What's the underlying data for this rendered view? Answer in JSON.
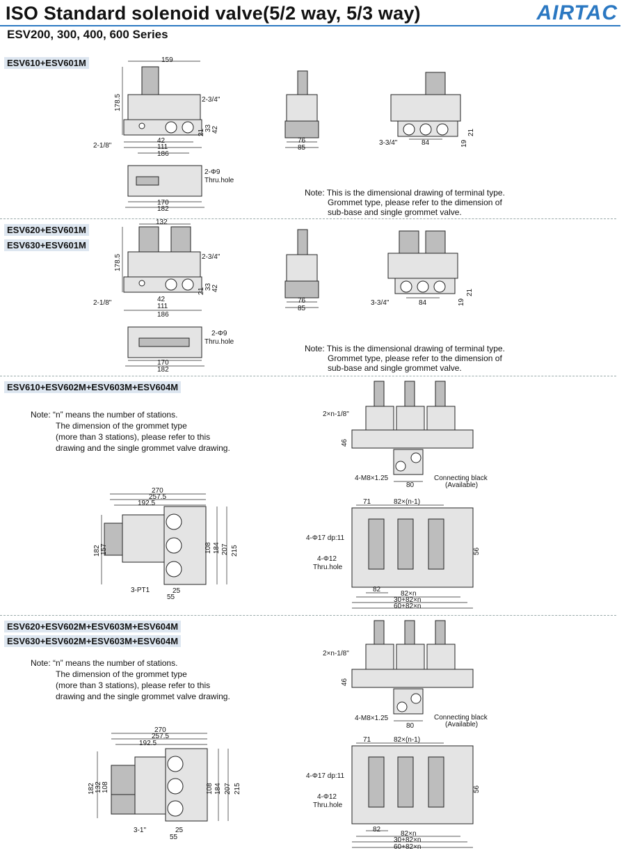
{
  "header": {
    "title": "ISO Standard solenoid valve(5/2 way, 5/3 way)",
    "subtitle": "ESV200, 300, 400, 600 Series",
    "logo": "AIRTAC"
  },
  "sections": [
    {
      "labels": [
        "ESV610+ESV601M"
      ],
      "note": {
        "line1": "Note: This is the dimensional drawing of terminal type.",
        "line2": "Grommet type, please refer to the dimension of",
        "line3": "sub-base and single grommet valve."
      },
      "dims": {
        "d159": "159",
        "d1785": "178.5",
        "d234": "2-3/4\"",
        "d218": "2-1/8\"",
        "d42": "42",
        "d111": "111",
        "d186": "186",
        "d21": "21",
        "d33": "33",
        "d42b": "42",
        "d76": "76",
        "d85": "85",
        "d334": "3-3/4\"",
        "d84": "84",
        "d19": "19",
        "d21b": "21",
        "d2phi9": "2-Φ9",
        "thru": "Thru.hole",
        "d170": "170",
        "d182": "182"
      }
    },
    {
      "labels": [
        "ESV620+ESV601M",
        "ESV630+ESV601M"
      ],
      "note": {
        "line1": "Note: This is the dimensional drawing of terminal type.",
        "line2": "Grommet type, please refer to the dimension of",
        "line3": "sub-base and single grommet valve."
      },
      "dims": {
        "d132": "132",
        "d1785": "178.5",
        "d234": "2-3/4\"",
        "d218": "2-1/8\"",
        "d42": "42",
        "d111": "111",
        "d186": "186",
        "d21": "21",
        "d33": "33",
        "d42b": "42",
        "d76": "76",
        "d85": "85",
        "d334": "3-3/4\"",
        "d84": "84",
        "d19": "19",
        "d21b": "21",
        "d2phi9": "2-Φ9",
        "thru": "Thru.hole",
        "d170": "170",
        "d182": "182"
      }
    },
    {
      "labels": [
        "ESV610+ESV602M+ESV603M+ESV604M"
      ],
      "note": {
        "line1": "Note: “n” means the number of stations.",
        "line2": "The dimension of the grommet type",
        "line3": "(more than 3 stations), please refer to this",
        "line4": "drawing and the single grommet valve drawing."
      },
      "dims": {
        "d270": "270",
        "d2575": "257.5",
        "d1925": "192.5",
        "d182": "182",
        "d157": "157",
        "d108": "108",
        "d184": "184",
        "d207": "207",
        "d215": "215",
        "d3pt": "3-PT1",
        "d25": "25",
        "d55": "55",
        "d2n18": "2×n-1/8\"",
        "d46": "46",
        "m8": "4-M8×1.25",
        "d80": "80",
        "conn": "Connecting black",
        "avail": "(Available)",
        "d71": "71",
        "d82n1": "82×(n-1)",
        "phi17": "4-Φ17 dp:11",
        "phi12": "4-Φ12",
        "thru": "Thru.hole",
        "d56": "56",
        "d82": "82",
        "d82n": "82×n",
        "d3082n": "30+82×n",
        "d6082n": "60+82×n"
      }
    },
    {
      "labels": [
        "ESV620+ESV602M+ESV603M+ESV604M",
        "ESV630+ESV602M+ESV603M+ESV604M"
      ],
      "note": {
        "line1": "Note: “n” means the number of stations.",
        "line2": "The dimension of the grommet type",
        "line3": "(more than 3 stations), please refer to this",
        "line4": "drawing and the single grommet valve drawing."
      },
      "dims": {
        "d270": "270",
        "d2575": "257.5",
        "d1925": "192.5",
        "d182": "182",
        "d132": "132",
        "d108a": "108",
        "d108": "108",
        "d184": "184",
        "d207": "207",
        "d215": "215",
        "d31": "3-1\"",
        "d25": "25",
        "d55": "55",
        "d2n18": "2×n-1/8\"",
        "d46": "46",
        "m8": "4-M8×1.25",
        "d80": "80",
        "conn": "Connecting black",
        "avail": "(Available)",
        "d71": "71",
        "d82n1": "82×(n-1)",
        "phi17": "4-Φ17 dp:11",
        "phi12": "4-Φ12",
        "thru": "Thru.hole",
        "d56": "56",
        "d82": "82",
        "d82n": "82×n",
        "d3082n": "30+82×n",
        "d6082n": "60+82×n"
      }
    }
  ]
}
